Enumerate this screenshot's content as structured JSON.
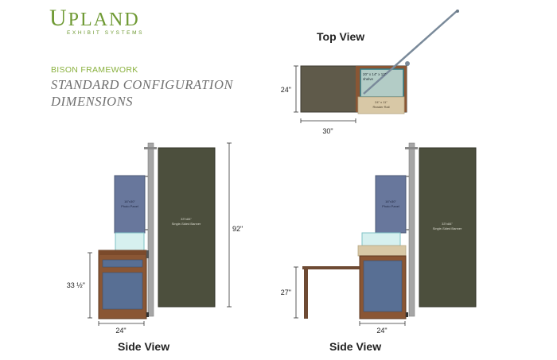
{
  "brand": {
    "name_initial": "U",
    "name_rest": "PLAND",
    "tagline": "EXHIBIT SYSTEMS"
  },
  "heading": {
    "framework": "BISON FRAMEWORK",
    "line1": "STANDARD CONFIGURATION",
    "line2": "DIMENSIONS"
  },
  "top_view": {
    "title": "Top View",
    "dim_depth": "24\"",
    "dim_width": "30\"",
    "shelf_label": [
      "20\" x 14\" x 12\"",
      "shelve"
    ],
    "reader_rail_label": [
      "24\" x 11\"",
      "Reader Rail"
    ]
  },
  "side_view_left": {
    "title": "Side View",
    "photo_panel_label": [
      "16\"x30\"",
      "Photo Panel"
    ],
    "banner_label": [
      "33\"x84\"",
      "Single-Sided Banner"
    ],
    "dim_counter_height": "33 ½\"",
    "dim_base_width": "24\"",
    "dim_total_height": "92\""
  },
  "side_view_right": {
    "title": "Side View",
    "photo_panel_label": [
      "16\"x30\"",
      "Photo Panel"
    ],
    "banner_label": [
      "33\"x84\"",
      "Single-Sided Banner"
    ],
    "dim_table_height": "27\"",
    "dim_base_width": "24\""
  },
  "colors": {
    "brand_green": "#6f9a34",
    "banner": "#4c4f3d",
    "cabinet_wood": "#8a5634",
    "cabinet_panel": "#586f94",
    "photo_panel": "#68779c",
    "glass_shelf": "#d6f0ef",
    "reader_rail": "#d8c8a6",
    "pole": "#9b9b9b"
  }
}
